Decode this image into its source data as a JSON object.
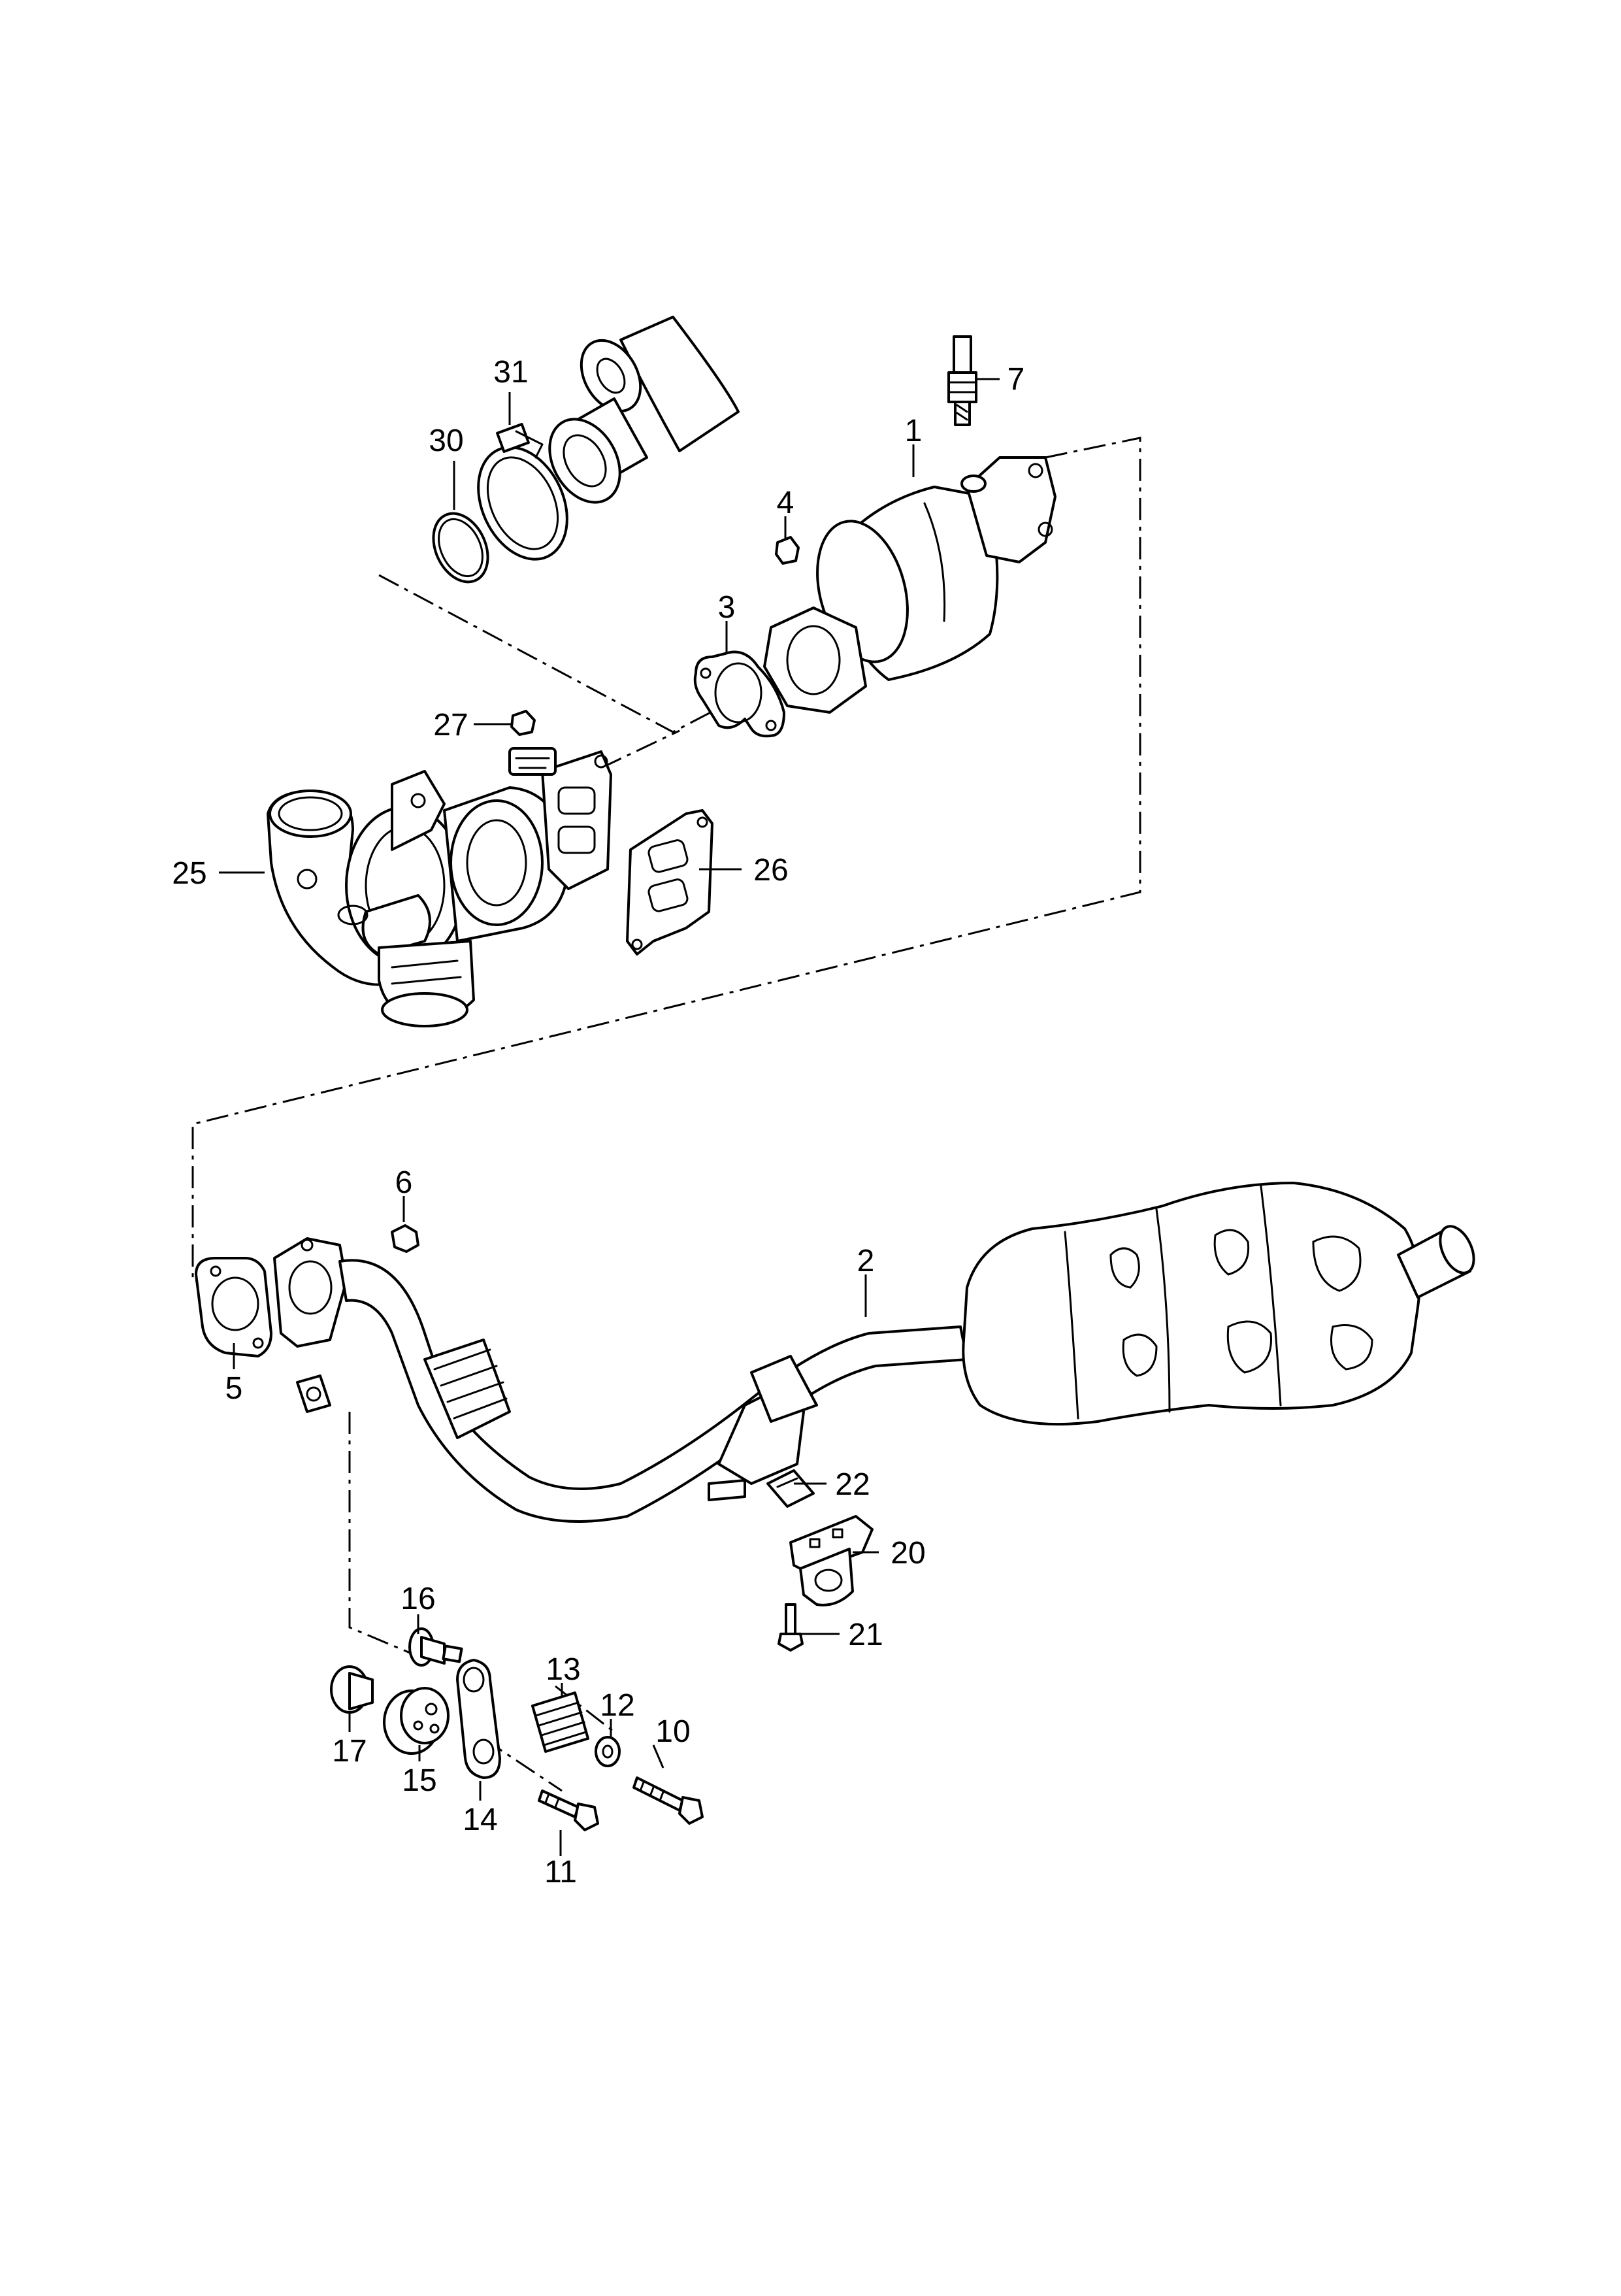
{
  "labels": [
    {
      "id": "1",
      "text": "1"
    },
    {
      "id": "2",
      "text": "2"
    },
    {
      "id": "3",
      "text": "3"
    },
    {
      "id": "4",
      "text": "4"
    },
    {
      "id": "5",
      "text": "5"
    },
    {
      "id": "6",
      "text": "6"
    },
    {
      "id": "7",
      "text": "7"
    },
    {
      "id": "10",
      "text": "10"
    },
    {
      "id": "11",
      "text": "11"
    },
    {
      "id": "12",
      "text": "12"
    },
    {
      "id": "13",
      "text": "13"
    },
    {
      "id": "14",
      "text": "14"
    },
    {
      "id": "15",
      "text": "15"
    },
    {
      "id": "16",
      "text": "16"
    },
    {
      "id": "17",
      "text": "17"
    },
    {
      "id": "20",
      "text": "20"
    },
    {
      "id": "21",
      "text": "21"
    },
    {
      "id": "22",
      "text": "22"
    },
    {
      "id": "25",
      "text": "25"
    },
    {
      "id": "26",
      "text": "26"
    },
    {
      "id": "27",
      "text": "27"
    },
    {
      "id": "30",
      "text": "30"
    },
    {
      "id": "31",
      "text": "31"
    }
  ]
}
